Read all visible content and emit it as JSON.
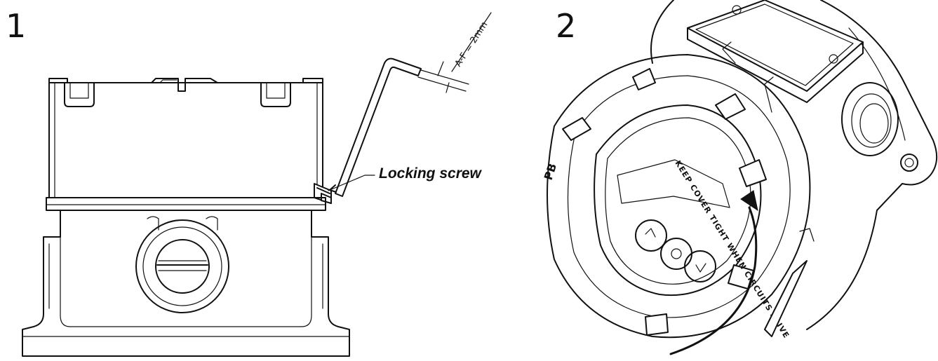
{
  "steps": [
    {
      "number": "1"
    },
    {
      "number": "2"
    }
  ],
  "labels": {
    "locking_screw": "Locking screw",
    "hex_key_size": "A-F = 2mm",
    "cover_warning": "KEEP COVER TIGHT WHEN CIRCUITS ALIVE",
    "cover_mark": "PB"
  },
  "icons": {
    "rotation": "curved-arrow-icon",
    "hex_key": "hex-key-icon"
  }
}
